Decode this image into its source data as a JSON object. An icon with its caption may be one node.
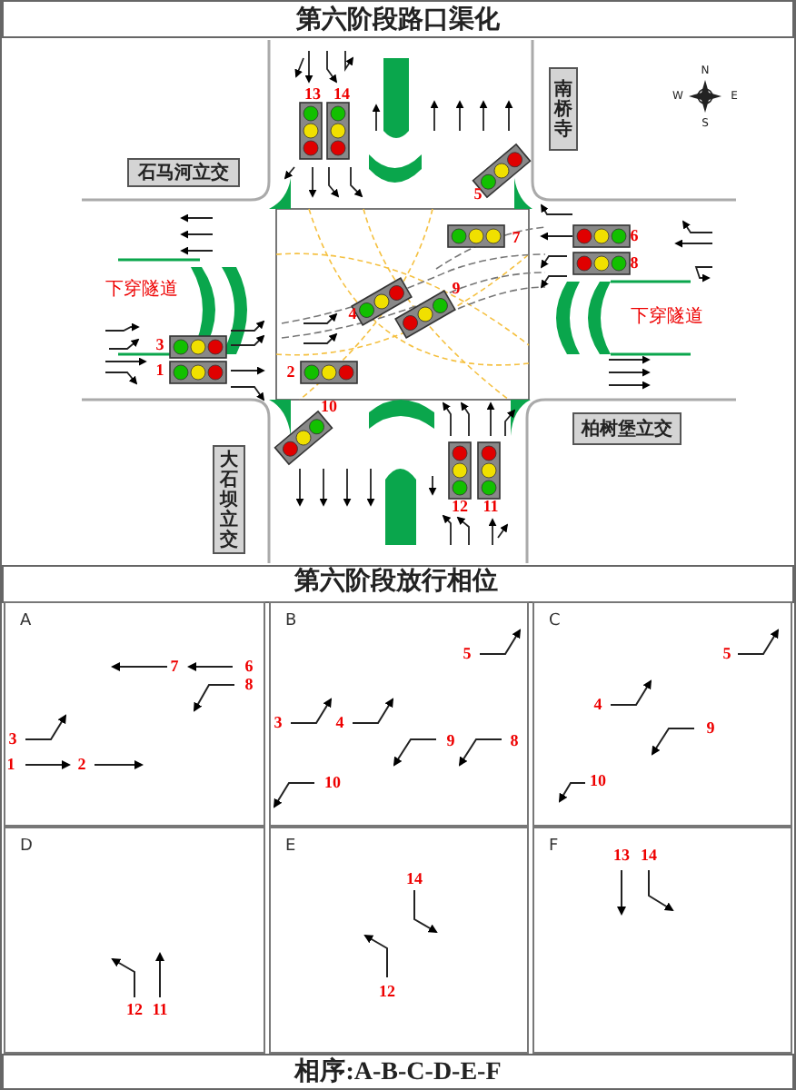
{
  "diagram": {
    "title": "第六阶段路口渠化",
    "caption": "相序:A-B-C-D-E-F",
    "nodes": [
      {
        "text": [
          "南桥寺"
        ]
      },
      {
        "text": [
          "石马河立交"
        ]
      },
      {
        "text": [
          "柏树堡立交"
        ]
      },
      {
        "text": [
          "大石坝立交"
        ]
      },
      {
        "text": [
          "A"
        ]
      },
      {
        "text": [
          "B"
        ]
      },
      {
        "text": [
          "C"
        ]
      },
      {
        "text": [
          "D"
        ]
      },
      {
        "text": [
          "E"
        ]
      },
      {
        "text": [
          "F"
        ]
      }
    ],
    "labels": [
      "13",
      "14",
      "5",
      "7",
      "6",
      "8",
      "下穿隧道",
      "9",
      "4",
      "3",
      "1",
      "2",
      "下穿隧道",
      "10",
      "12",
      "11",
      "N",
      "W",
      "E",
      "S",
      "第六阶段放行相位",
      "7",
      "6",
      "8",
      "3",
      "1",
      "2",
      "5",
      "3",
      "4",
      "9",
      "8",
      "10",
      "5",
      "4",
      "9",
      "10",
      "12",
      "11",
      "14",
      "12",
      "13",
      "14"
    ]
  }
}
